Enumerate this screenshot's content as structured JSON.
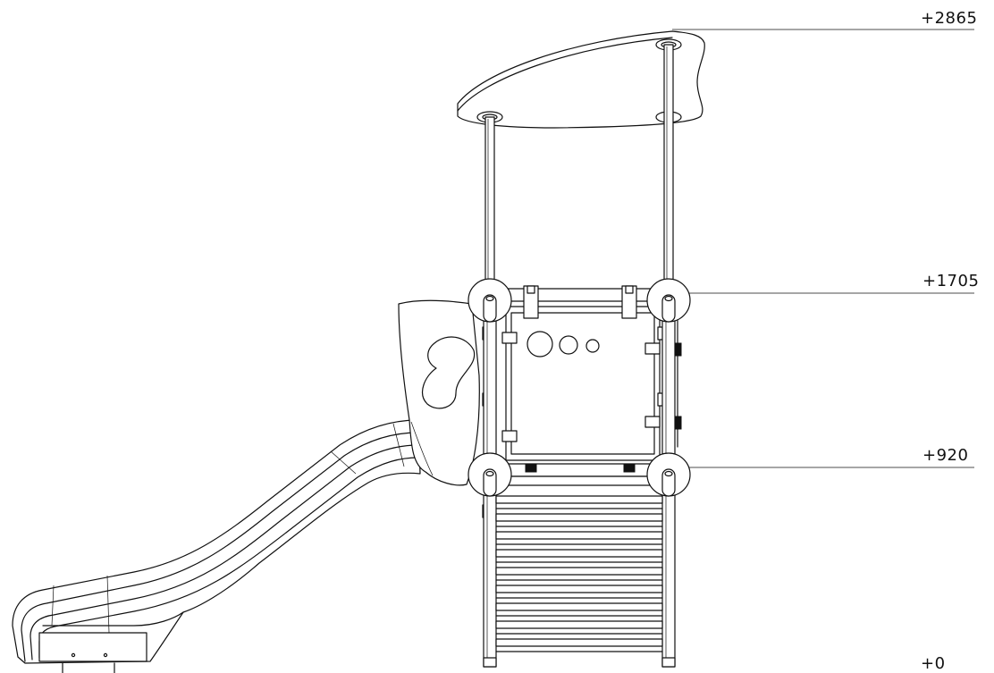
{
  "levels": [
    {
      "id": "roof",
      "label": "+2865"
    },
    {
      "id": "deck",
      "label": "+1705"
    },
    {
      "id": "step",
      "label": "+920"
    },
    {
      "id": "ground",
      "label": "+0"
    }
  ]
}
